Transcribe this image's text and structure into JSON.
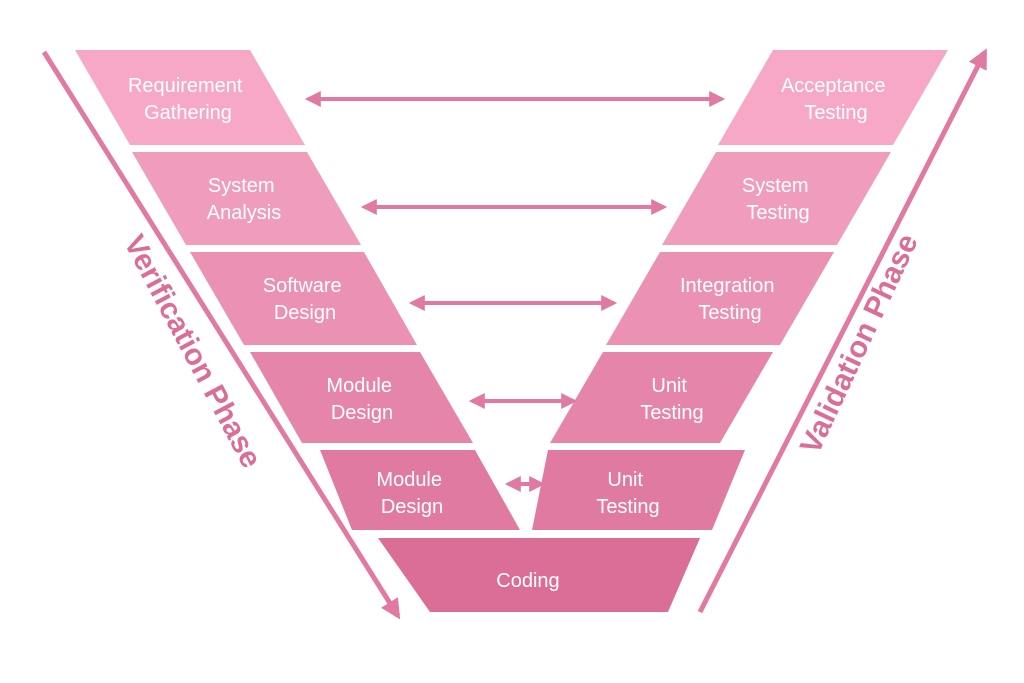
{
  "colors": {
    "band_top": "#f6a8c6",
    "band_bottom": "#da6e97",
    "arrow": "#e07aa2",
    "phase_text": "#da6e97",
    "text": "#ffffff"
  },
  "left_steps": [
    {
      "line1": "Requirement",
      "line2": "Gathering"
    },
    {
      "line1": "System",
      "line2": "Analysis"
    },
    {
      "line1": "Software",
      "line2": "Design"
    },
    {
      "line1": "Module",
      "line2": "Design"
    },
    {
      "line1": "Module",
      "line2": "Design"
    }
  ],
  "right_steps": [
    {
      "line1": "Acceptance",
      "line2": "Testing"
    },
    {
      "line1": "System",
      "line2": "Testing"
    },
    {
      "line1": "Integration",
      "line2": "Testing"
    },
    {
      "line1": "Unit",
      "line2": "Testing"
    },
    {
      "line1": "Unit",
      "line2": "Testing"
    }
  ],
  "bottom_step": {
    "label": "Coding"
  },
  "phases": {
    "left": "Verification Phase",
    "right": "Validation Phase"
  }
}
